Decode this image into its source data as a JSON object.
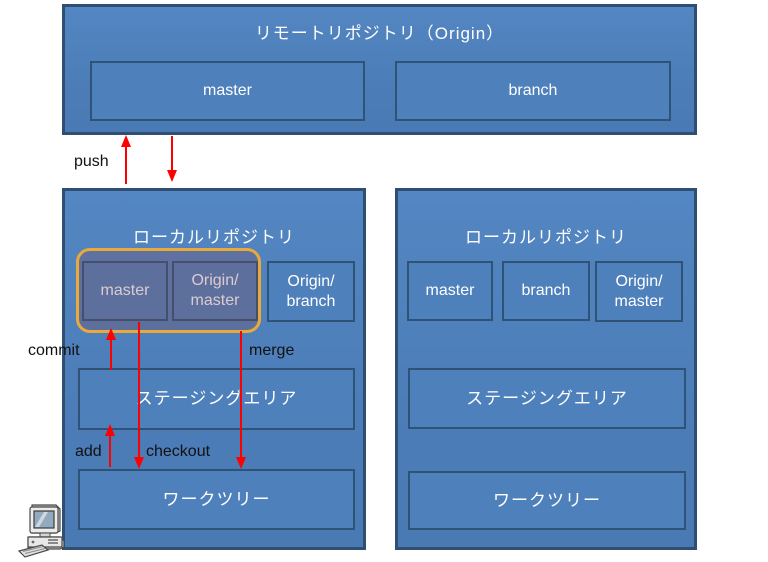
{
  "remote_repo": {
    "title": "リモートリポジトリ（Origin）",
    "branches": [
      {
        "label": "master"
      },
      {
        "label": "branch"
      }
    ]
  },
  "local_repo_left": {
    "title": "ローカルリポジトリ",
    "branches": [
      {
        "label": "master",
        "highlighted": true
      },
      {
        "label": "Origin/\nmaster",
        "highlighted": true
      },
      {
        "label": "Origin/\nbranch",
        "highlighted": false
      }
    ],
    "staging_label": "ステージングエリア",
    "worktree_label": "ワークツリー"
  },
  "local_repo_right": {
    "title": "ローカルリポジトリ",
    "branches": [
      {
        "label": "master"
      },
      {
        "label": "branch"
      },
      {
        "label": "Origin/\nmaster"
      }
    ],
    "staging_label": "ステージングエリア",
    "worktree_label": "ワークツリー"
  },
  "arrows": [
    {
      "name": "push",
      "label": "push",
      "direction": "up"
    },
    {
      "name": "pull",
      "label": "",
      "direction": "down"
    },
    {
      "name": "commit",
      "label": "commit",
      "direction": "up"
    },
    {
      "name": "checkout",
      "label": "checkout",
      "direction": "down"
    },
    {
      "name": "add",
      "label": "add",
      "direction": "up"
    },
    {
      "name": "merge",
      "label": "merge",
      "direction": "down"
    }
  ],
  "icons": {
    "computer": "desktop-computer-icon"
  },
  "colors": {
    "box_fill": "#4E80BC",
    "box_border": "#2F5376",
    "highlight_border": "#E9A93B",
    "highlight_overlay": "rgba(130,70,78,0.28)",
    "arrow": "#FF0000",
    "box_text": "#FFFFFF",
    "label_text": "#111111"
  }
}
